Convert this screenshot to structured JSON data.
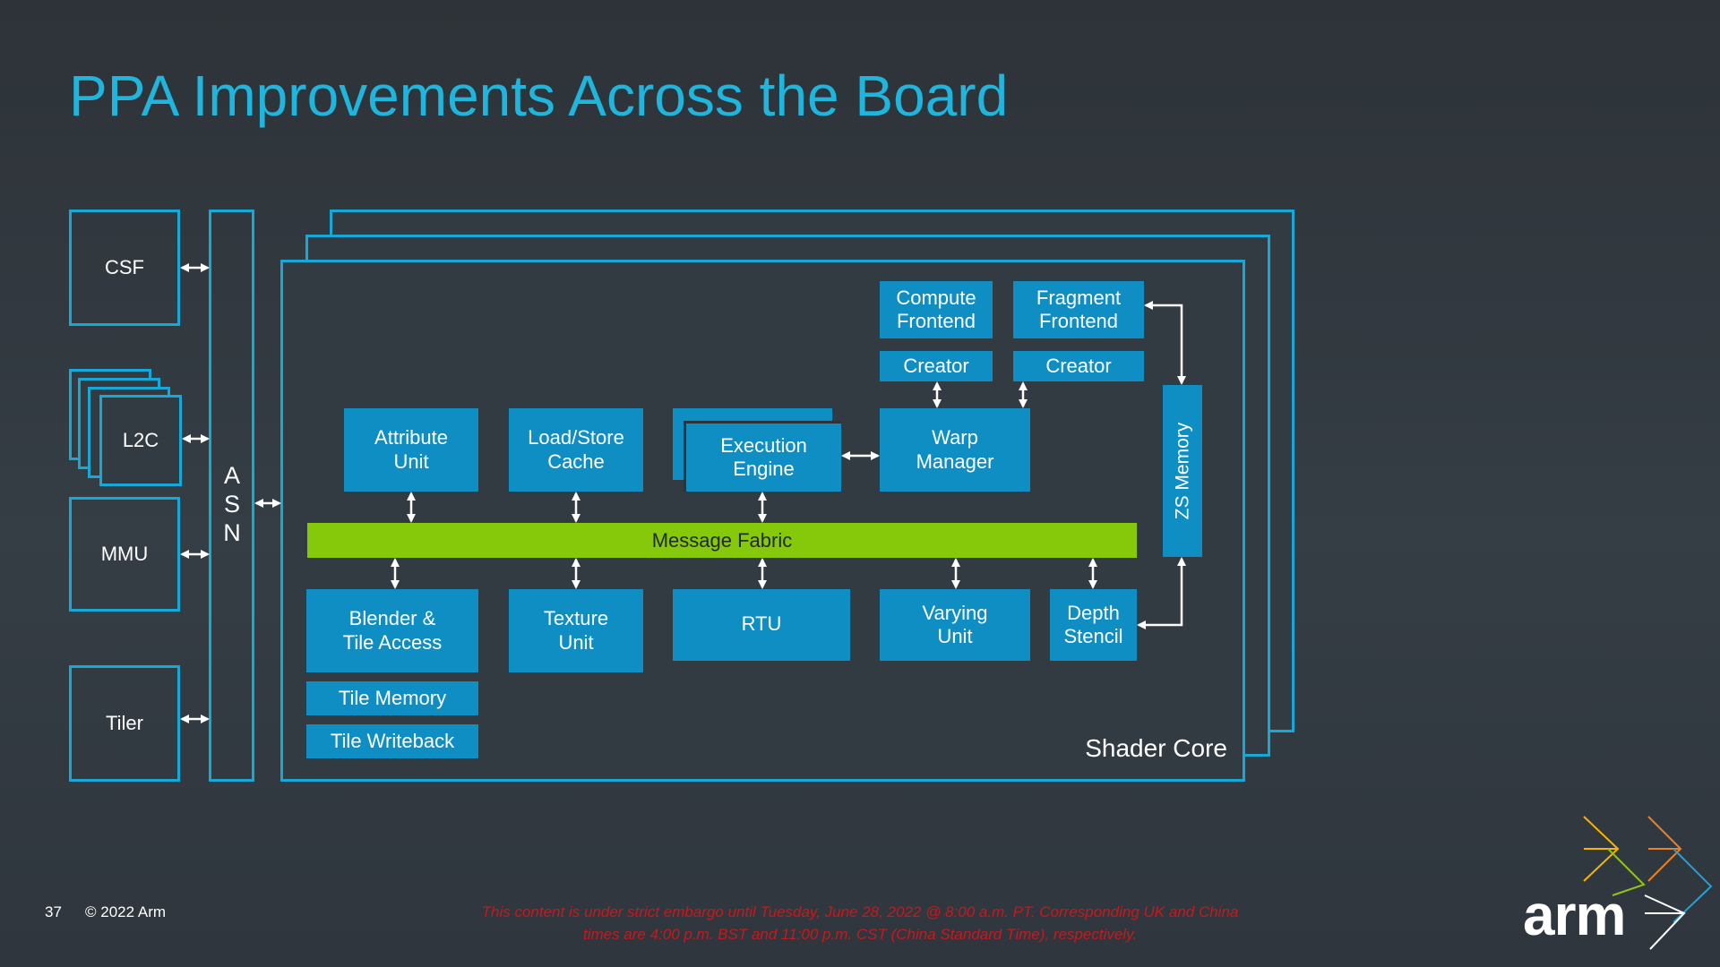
{
  "slide": {
    "title": "PPA Improvements Across the Board",
    "page_number": "37",
    "copyright": "© 2022 Arm",
    "embargo_line1": "This content is under strict embargo until Tuesday, June 28, 2022 @ 8:00 a.m. PT. Corresponding UK and China",
    "embargo_line2": "times are 4:00 p.m. BST and 11:00 p.m. CST (China Standard Time), respectively.",
    "logo_text": "arm"
  },
  "left_column": {
    "csf": "CSF",
    "l2c": "L2C",
    "mmu": "MMU",
    "tiler": "Tiler",
    "asn_letters": [
      "A",
      "S",
      "N"
    ]
  },
  "shader_core": {
    "label": "Shader Core",
    "compute_frontend": "Compute\nFrontend",
    "fragment_frontend": "Fragment\nFrontend",
    "creator_compute": "Creator",
    "creator_fragment": "Creator",
    "attribute_unit": "Attribute\nUnit",
    "load_store_cache": "Load/Store\nCache",
    "execution_engine": "Execution\nEngine",
    "warp_manager": "Warp\nManager",
    "zs_memory": "ZS Memory",
    "message_fabric": "Message Fabric",
    "blender_tile_access": "Blender &\nTile Access",
    "texture_unit": "Texture\nUnit",
    "rtu": "RTU",
    "varying_unit": "Varying\nUnit",
    "depth_stencil": "Depth\nStencil",
    "tile_memory": "Tile Memory",
    "tile_writeback": "Tile Writeback"
  },
  "colors": {
    "title": "#1fb5dd",
    "outline": "#16a9d8",
    "block": "#0e8ec2",
    "fabric": "#86c80a",
    "embargo": "#c8181e"
  }
}
